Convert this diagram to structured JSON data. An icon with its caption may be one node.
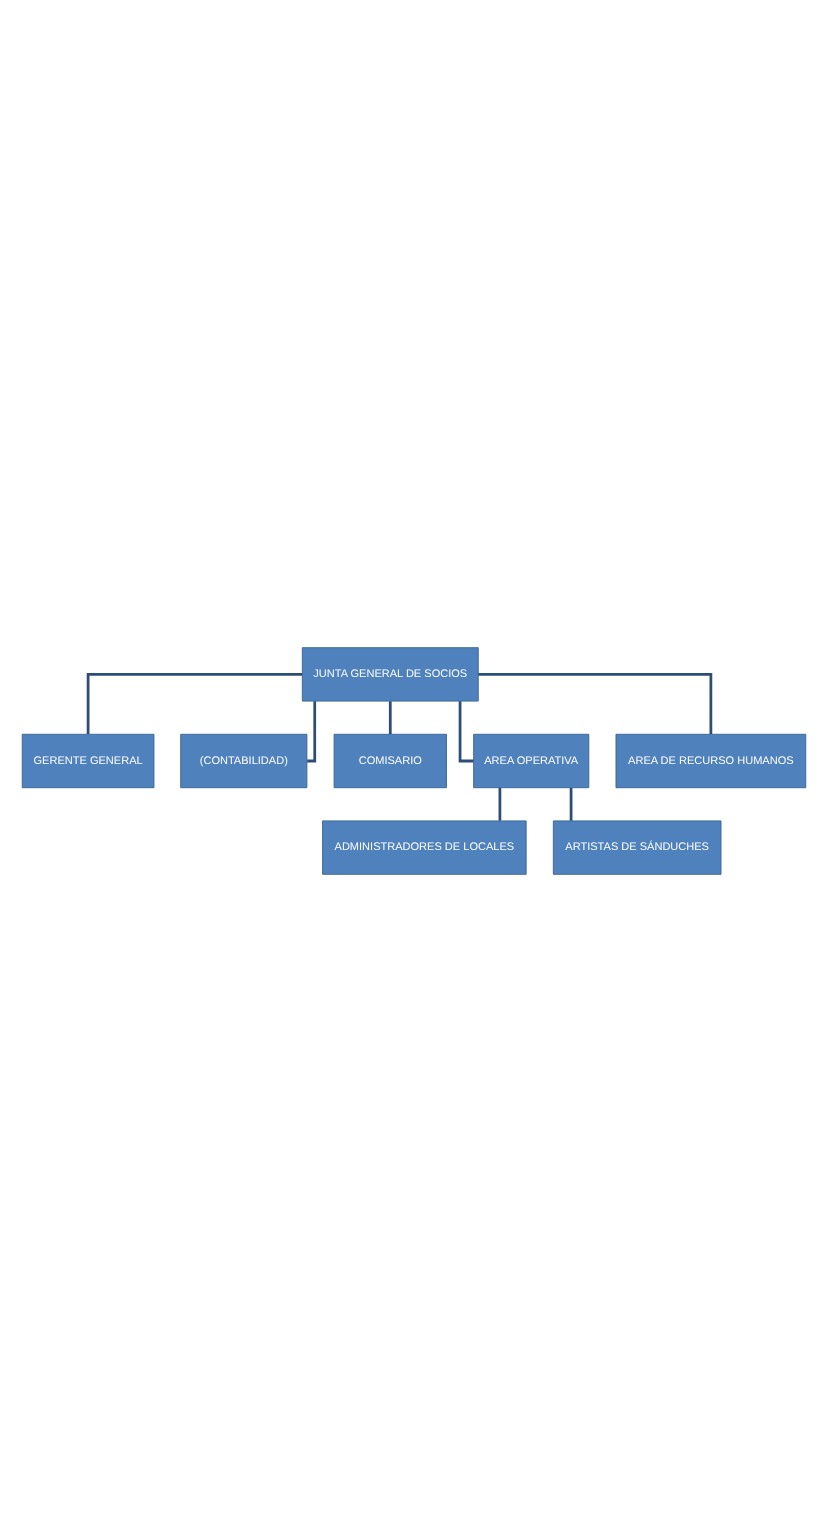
{
  "diagram": {
    "nodes": [
      {
        "text": [
          "JUNTA GENERAL DE SOCIOS"
        ]
      },
      {
        "text": [
          "GERENTE GENERAL"
        ]
      },
      {
        "text": [
          "(CONTABILIDAD)"
        ]
      },
      {
        "text": [
          "COMISARIO"
        ]
      },
      {
        "text": [
          "AREA OPERATIVA"
        ]
      },
      {
        "text": [
          "AREA DE RECURSO HUMANOS"
        ]
      },
      {
        "text": [
          "ADMINISTRADORES DE LOCALES"
        ]
      },
      {
        "text": [
          "ARTISTAS DE SÁNDUCHES"
        ]
      }
    ],
    "edges": [
      {
        "from": 0,
        "to": 1,
        "arrow": "none"
      },
      {
        "from": 0,
        "to": 2,
        "arrow": "none"
      },
      {
        "from": 0,
        "to": 3,
        "arrow": "none"
      },
      {
        "from": 0,
        "to": 4,
        "arrow": "none"
      },
      {
        "from": 0,
        "to": 5,
        "arrow": "none"
      },
      {
        "from": 4,
        "to": 6,
        "arrow": "none"
      },
      {
        "from": 4,
        "to": 7,
        "arrow": "none"
      }
    ]
  }
}
